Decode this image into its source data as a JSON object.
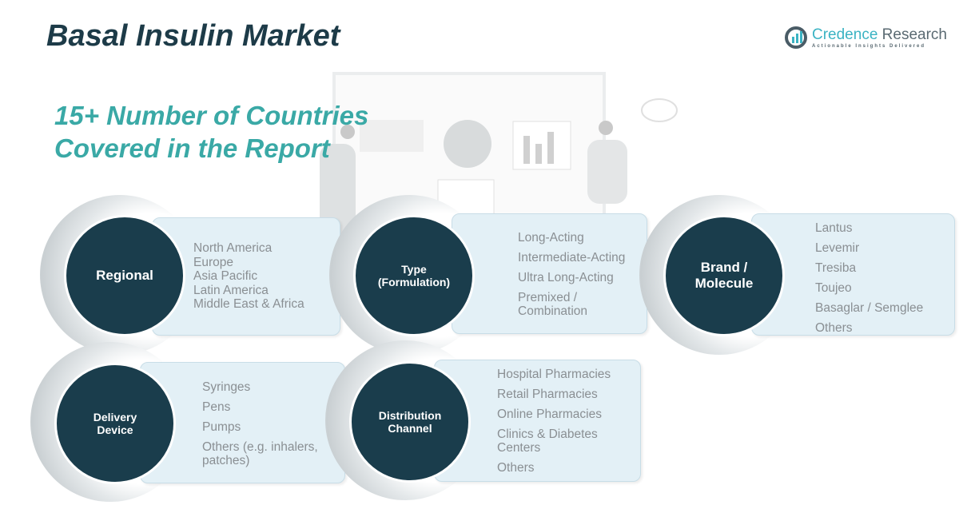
{
  "header": {
    "title": "Basal Insulin Market",
    "subtitle_line1": "15+ Number of Countries",
    "subtitle_line2": "Covered in the Report"
  },
  "logo": {
    "name_part1": "Credence",
    "name_part2": " Research",
    "tagline": "Actionable Insights Delivered"
  },
  "segments": [
    {
      "label": "Regional",
      "items": [
        "North America",
        "Europe",
        "Asia Pacific",
        "Latin America",
        "Middle East & Africa"
      ]
    },
    {
      "label": "Type\n(Formulation)",
      "items": [
        "Long-Acting",
        "Intermediate-Acting",
        "Ultra Long-Acting",
        "Premixed /\nCombination"
      ]
    },
    {
      "label": "Brand /\nMolecule",
      "items": [
        "Lantus",
        "Levemir",
        "Tresiba",
        "Toujeo",
        "Basaglar / Semglee",
        "Others"
      ]
    },
    {
      "label": "Delivery\nDevice",
      "items": [
        "Syringes",
        "Pens",
        "Pumps",
        "Others (e.g. inhalers,\npatches)"
      ]
    },
    {
      "label": "Distribution\nChannel",
      "items": [
        "Hospital Pharmacies",
        "Retail Pharmacies",
        "Online Pharmacies",
        "Clinics & Diabetes\nCenters",
        "Others"
      ]
    }
  ]
}
